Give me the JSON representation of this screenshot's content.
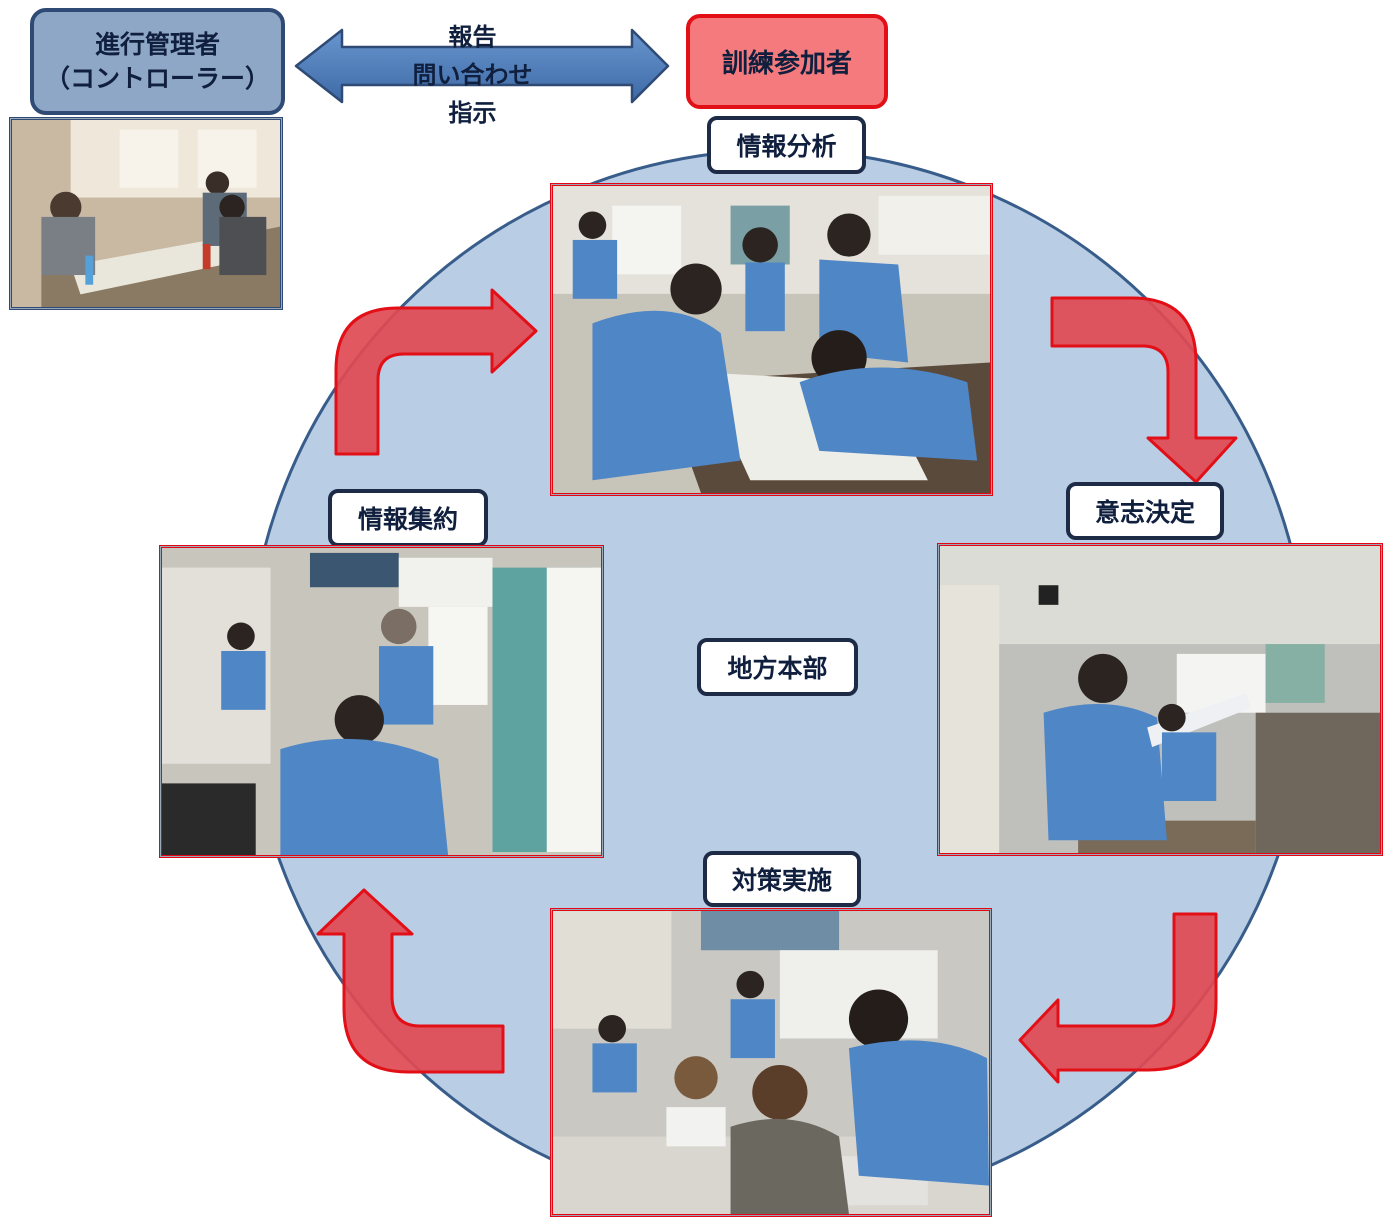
{
  "controller": {
    "line1": "進行管理者",
    "line2": "（コントローラー）"
  },
  "participant": {
    "label": "訓練参加者"
  },
  "communication": {
    "line1": "報告",
    "line2": "問い合わせ",
    "line3": "指示"
  },
  "center": {
    "label": "地方本部"
  },
  "stages": {
    "analysis": "情報分析",
    "decision": "意志決定",
    "implementation": "対策実施",
    "aggregation": "情報集約"
  },
  "colors": {
    "circle_fill": "#b9cde5",
    "circle_stroke": "#385d8a",
    "arrow_red": "#e04a52",
    "arrow_red_stroke": "#e20f17",
    "arrow_blue": "#4f81bd",
    "controller_fill": "#8fa7c6",
    "participant_fill": "#f47a7d"
  },
  "icons": {
    "photos": "office-photo",
    "flow": "curved-red-arrow",
    "communication": "double-headed-blue-arrow"
  }
}
